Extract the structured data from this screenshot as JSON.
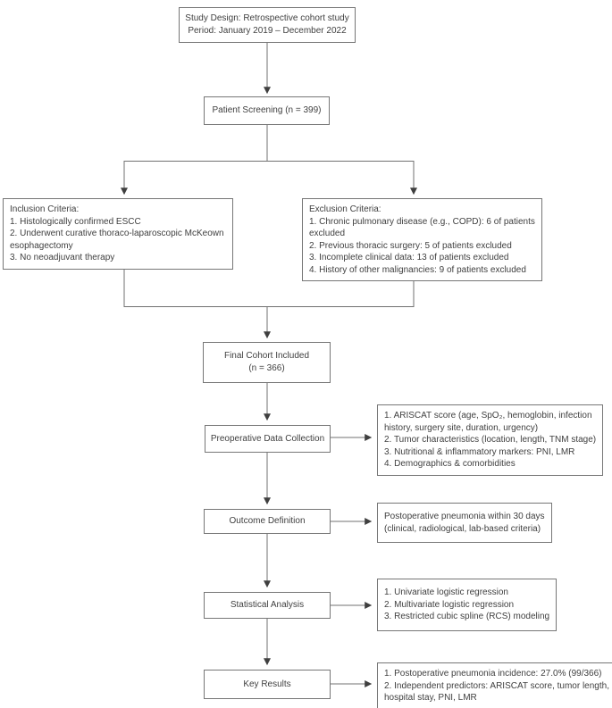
{
  "flowchart": {
    "colors": {
      "box_border": "#767676",
      "connector_line": "#707070",
      "arrowhead": "#3f3f3f",
      "text": "#3f3f3f",
      "background": "#ffffff"
    },
    "title_box": {
      "line1": "Study Design: Retrospective cohort study",
      "line2": "Period: January 2019 – December 2022"
    },
    "screening_box": {
      "label": "Patient Screening (n = 399)"
    },
    "inclusion_box": {
      "lines": [
        "Inclusion Criteria:",
        "1. Histologically confirmed ESCC",
        "2. Underwent curative thoraco-laparoscopic McKeown",
        "esophagectomy",
        "3. No neoadjuvant therapy"
      ]
    },
    "exclusion_box": {
      "lines": [
        "Exclusion Criteria:",
        "1. Chronic pulmonary disease (e.g., COPD): 6 of patients",
        "excluded",
        "2. Previous thoracic surgery: 5 of patients excluded",
        "3. Incomplete clinical data: 13 of patients excluded",
        "4. History of other malignancies: 9 of patients excluded"
      ]
    },
    "final_cohort_box": {
      "line1": "Final Cohort Included",
      "line2": "(n = 366)"
    },
    "preoperative_box": {
      "label": "Preoperative Data Collection"
    },
    "preoperative_details_box": {
      "lines": [
        "1. ARISCAT score (age, SpO₂, hemoglobin, infection",
        "history, surgery site, duration, urgency)",
        "2. Tumor characteristics (location, length, TNM stage)",
        "3. Nutritional & inflammatory markers: PNI, LMR",
        "4. Demographics & comorbidities"
      ]
    },
    "outcome_box": {
      "label": "Outcome Definition"
    },
    "outcome_details_box": {
      "lines": [
        "Postoperative pneumonia within 30 days",
        "(clinical, radiological, lab-based criteria)"
      ]
    },
    "statistical_box": {
      "label": "Statistical Analysis"
    },
    "statistical_details_box": {
      "lines": [
        "1. Univariate logistic regression",
        "2. Multivariate logistic regression",
        "3. Restricted cubic spline (RCS) modeling"
      ]
    },
    "key_results_box": {
      "label": "Key Results"
    },
    "key_results_details_box": {
      "lines": [
        "1. Postoperative pneumonia incidence: 27.0% (99/366)",
        "2. Independent predictors: ARISCAT score, tumor length,",
        "hospital stay, PNI, LMR"
      ]
    }
  }
}
